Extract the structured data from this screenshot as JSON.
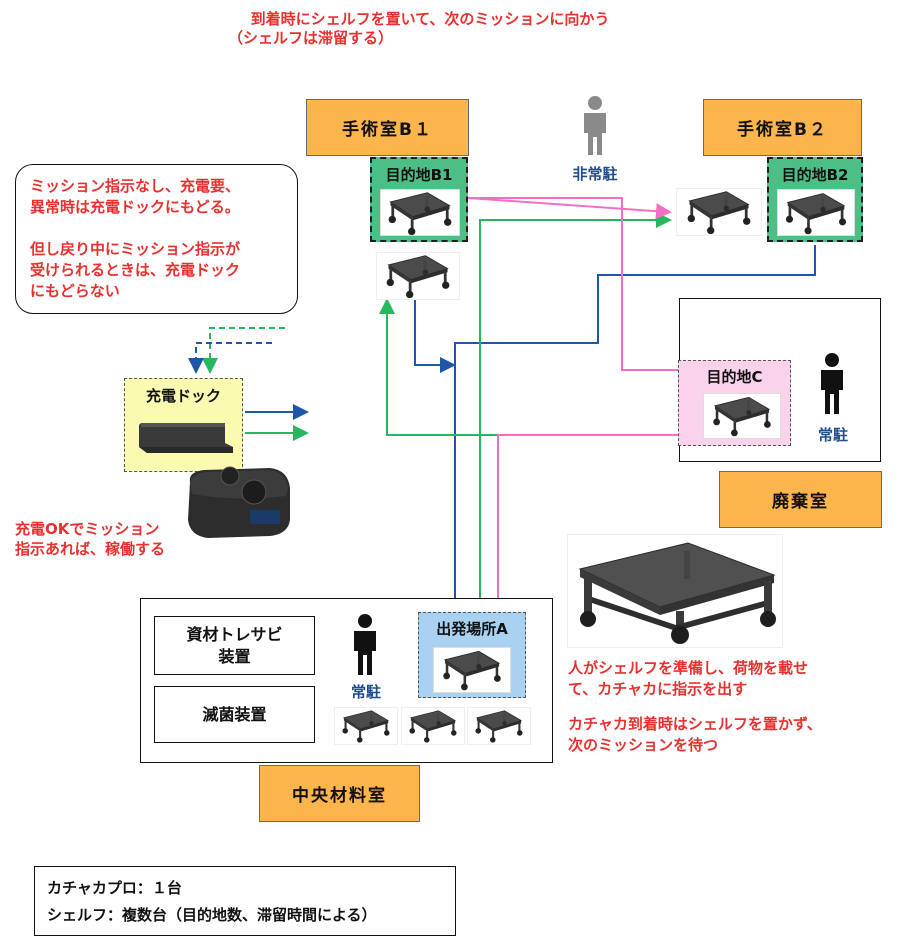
{
  "top_note": {
    "line1": "到着時にシェルフを置いて、次のミッションに向かう",
    "line2": "（シェルフは滞留する）"
  },
  "rooms": {
    "surgery_b1": "手術室B１",
    "surgery_b2": "手術室B２",
    "disposal": "廃棄室",
    "central_supply": "中央材料室"
  },
  "destinations": {
    "b1": "目的地B1",
    "b2": "目的地B2",
    "c": "目的地C",
    "a": "出発場所A"
  },
  "staff": {
    "not_resident": "非常駐",
    "resident_c": "常駐",
    "resident_central": "常駐"
  },
  "callout": {
    "line1": "ミッション指示なし、充電要、",
    "line2": "異常時は充電ドックにもどる。",
    "line3": "但し戻り中にミッション指示が",
    "line4": "受けられるときは、充電ドック",
    "line5": "にもどらない"
  },
  "dock": {
    "label": "充電ドック",
    "note_line1": "充電OKでミッション",
    "note_line2": "指示あれば、稼働する"
  },
  "equipment": {
    "washer": "資材トレサビ\n装置",
    "sterilizer": "滅菌装置"
  },
  "right_note": {
    "line1": "人がシェルフを準備し、荷物を載せ",
    "line2": "て、カチャカに指示を出す",
    "line3": "カチャカ到着時はシェルフを置かず、",
    "line4": "次のミッションを待つ"
  },
  "summary": {
    "line1": "カチャカプロ：１台",
    "line2": "シェルフ：複数台（目的地数、滞留時間による）"
  },
  "colors": {
    "orange": "#fbb54c",
    "green_dest": "#4dbf86",
    "pink_dest": "#f9d3ec",
    "blue_dest": "#a9d1f2",
    "yellow_dock": "#fafab0",
    "route_blue": "#1f57a8",
    "route_green": "#25b85d",
    "route_pink": "#f26fc5",
    "text_red": "#e8312f",
    "text_navy": "#1f4e8c"
  }
}
